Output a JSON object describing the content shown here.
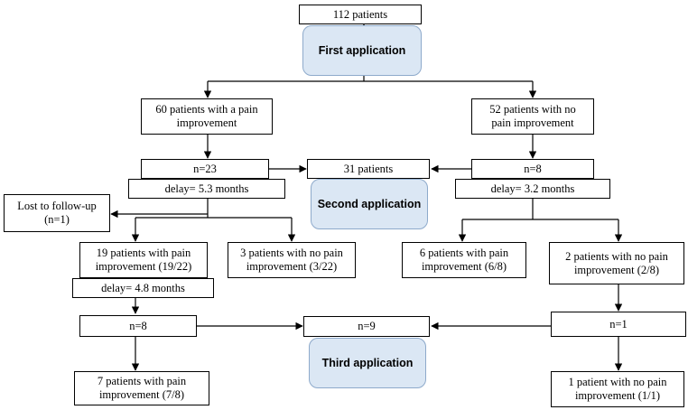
{
  "nodes": {
    "total": "112 patients",
    "first_application": "First application",
    "pain_improvement": "60 patients with a pain\nimprovement",
    "no_pain_improvement": "52 patients with no\npain improvement",
    "left_n": "n=23",
    "left_delay": "delay= 5.3 months",
    "middle_31": "31 patients",
    "right_n": "n=8",
    "right_delay": "delay= 3.2 months",
    "second_application": "Second application",
    "lost_follow_up": "Lost to follow-up\n(n=1)",
    "left_improve_19": "19 patients with pain\nimprovement (19/22)",
    "left_no_improve_3": "3 patients with no pain\nimprovement (3/22)",
    "right_improve_6": "6 patients with pain\nimprovement (6/8)",
    "right_no_improve_2": "2 patients with no pain\nimprovement (2/8)",
    "left_delay_2": "delay= 4.8 months",
    "left_n_8": "n=8",
    "middle_9": "n=9",
    "right_n_1": "n=1",
    "third_application": "Third application",
    "left_improve_7": "7 patients with pain\nimprovement (7/8)",
    "right_no_improve_1": "1 patient with no pain\nimprovement (1/1)"
  },
  "colors": {
    "phase_fill": "#dbe7f4",
    "phase_border": "#8eaacb",
    "line": "#000000"
  }
}
